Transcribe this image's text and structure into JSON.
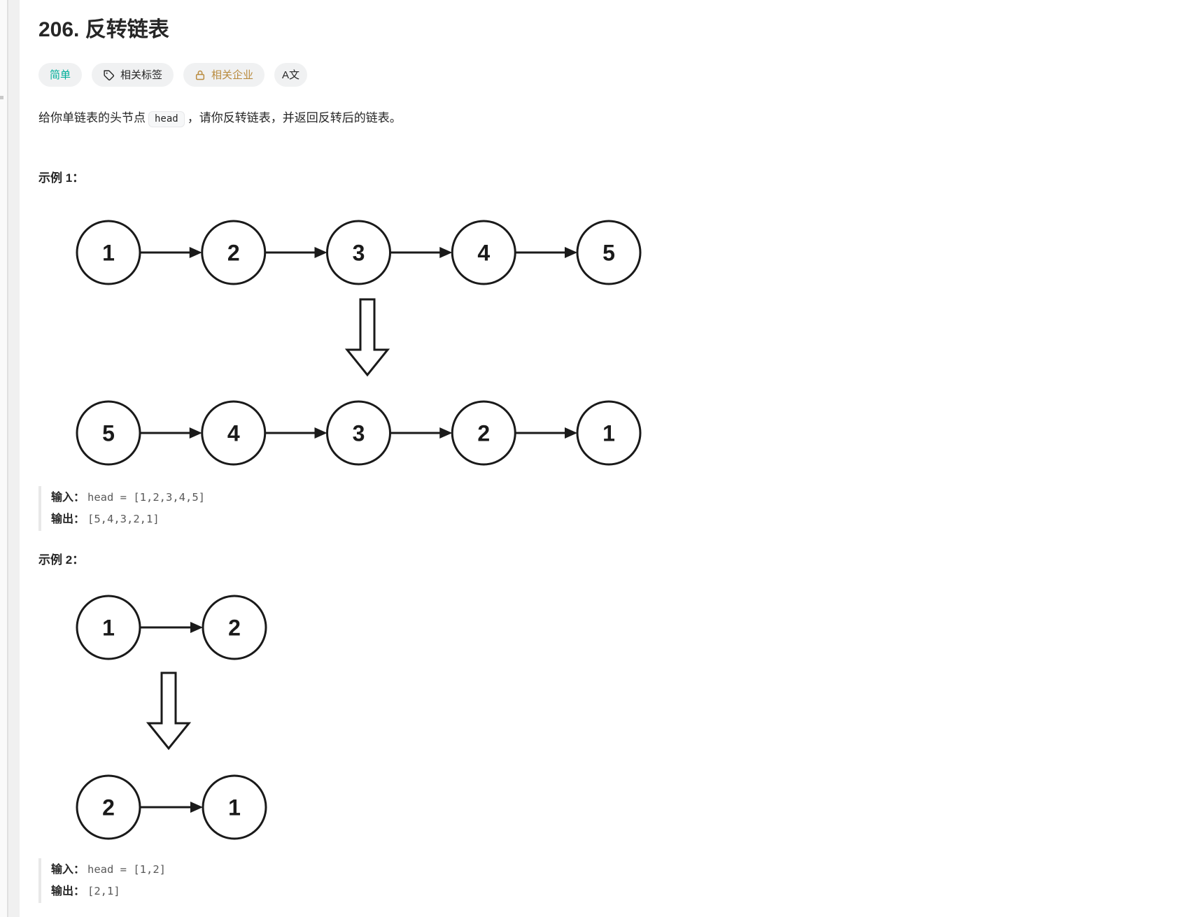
{
  "page": {
    "title": "206. 反转链表",
    "tags": {
      "difficulty": {
        "label": "简单",
        "color": "#00af9b"
      },
      "related_tags": {
        "label": "相关标签"
      },
      "related_companies": {
        "label": "相关企业",
        "color": "#b98b3e"
      },
      "translate": {
        "label": "A文"
      }
    },
    "description": {
      "prefix": "给你单链表的头节点",
      "code": "head",
      "suffix": "，请你反转链表，并返回反转后的链表。"
    },
    "examples": [
      {
        "heading": "示例 1：",
        "before": [
          1,
          2,
          3,
          4,
          5
        ],
        "after": [
          5,
          4,
          3,
          2,
          1
        ],
        "input_label": "输入：",
        "input_value": "head = [1,2,3,4,5]",
        "output_label": "输出：",
        "output_value": "[5,4,3,2,1]"
      },
      {
        "heading": "示例 2：",
        "before": [
          1,
          2
        ],
        "after": [
          2,
          1
        ],
        "input_label": "输入：",
        "input_value": "head = [1,2]",
        "output_label": "输出：",
        "output_value": "[2,1]"
      }
    ],
    "diagram_colors": {
      "stroke": "#1a1a1a",
      "fill": "#ffffff"
    }
  }
}
